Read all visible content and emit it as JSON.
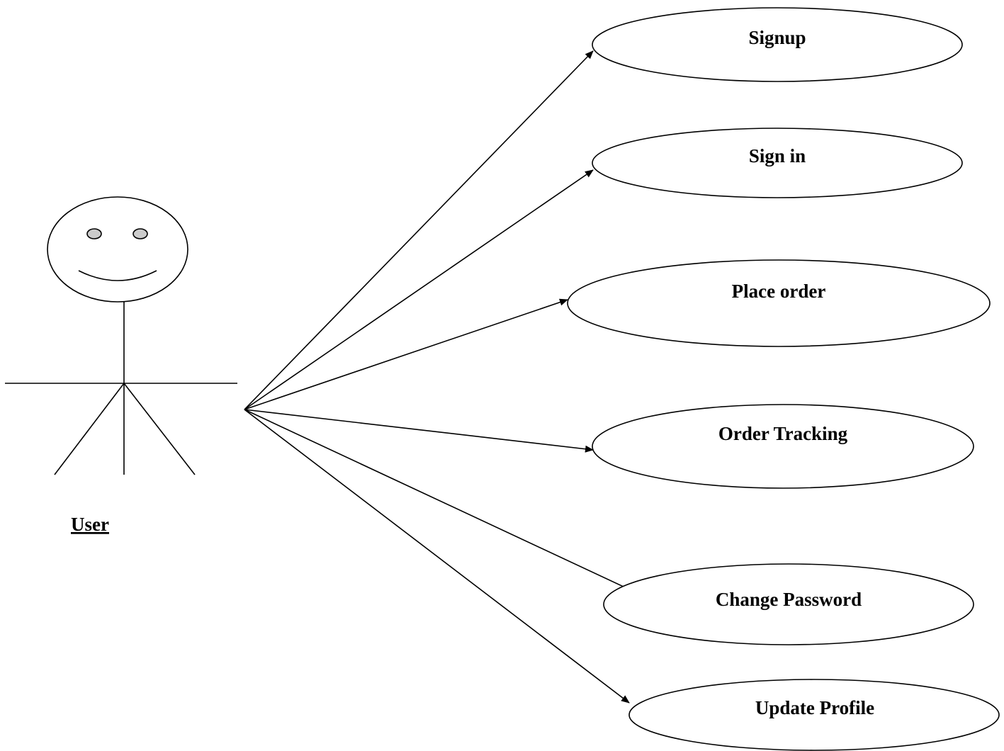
{
  "actor": {
    "label": "User",
    "icon": "stick-figure-icon"
  },
  "use_cases": [
    {
      "id": "signup",
      "label": "Signup"
    },
    {
      "id": "sign-in",
      "label": "Sign in"
    },
    {
      "id": "place-order",
      "label": "Place order"
    },
    {
      "id": "order-tracking",
      "label": "Order Tracking"
    },
    {
      "id": "change-password",
      "label": "Change Password"
    },
    {
      "id": "update-profile",
      "label": "Update Profile"
    }
  ]
}
